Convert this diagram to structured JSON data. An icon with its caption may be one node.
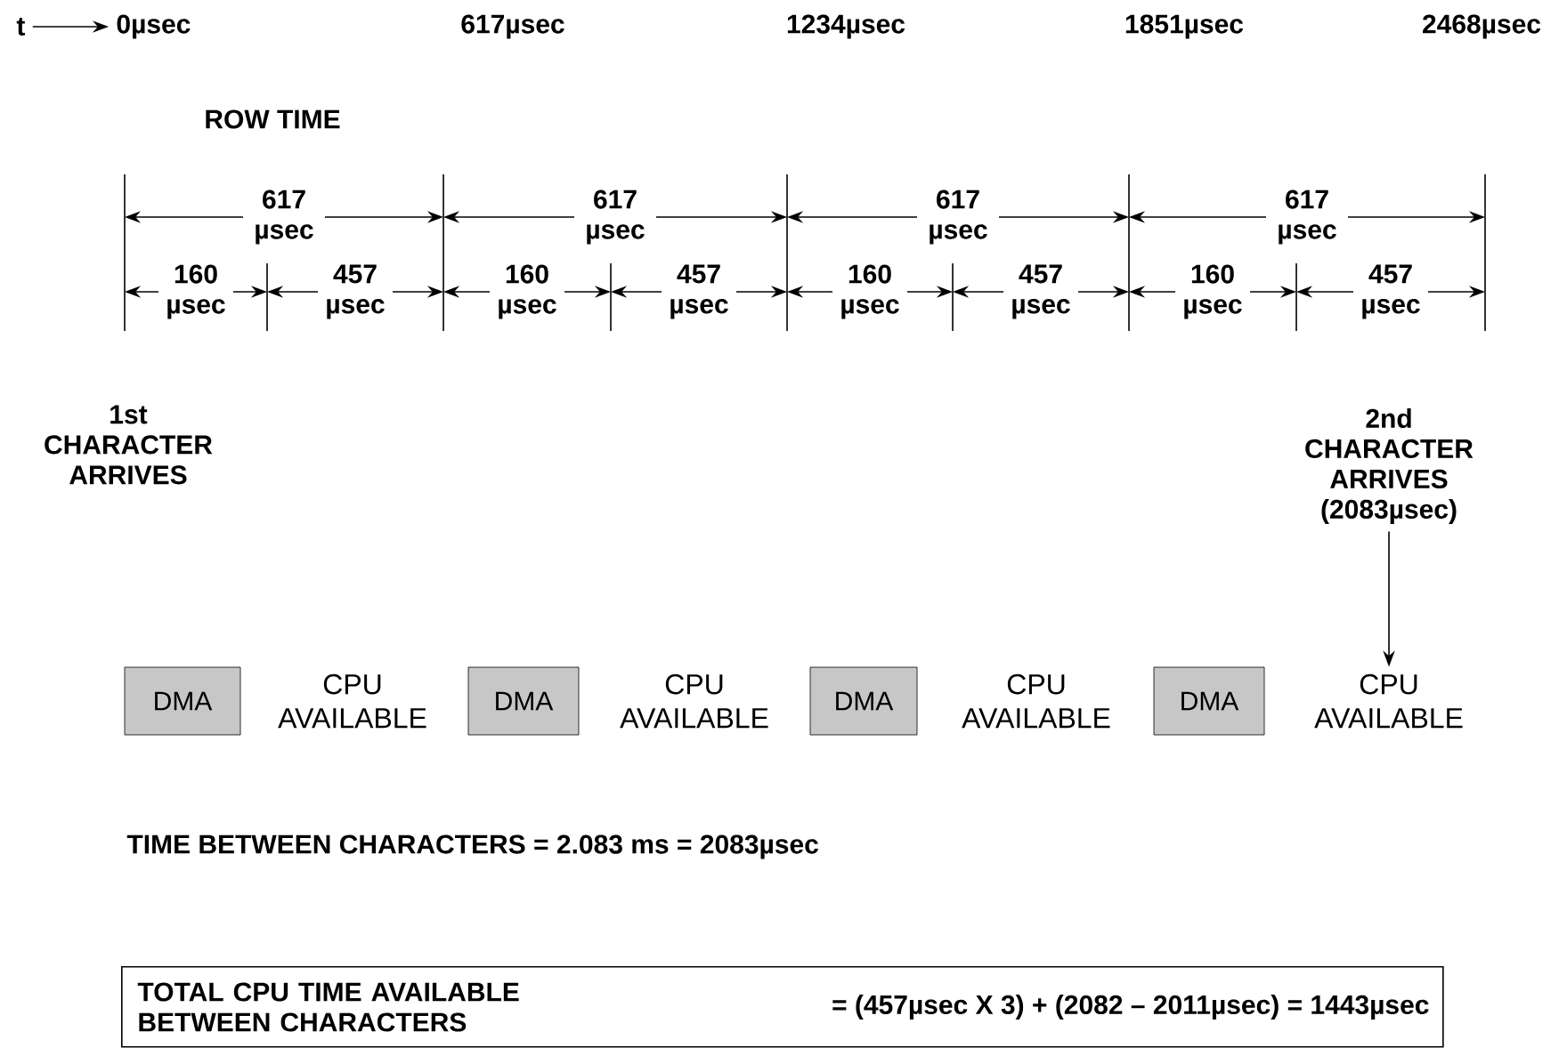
{
  "diagram": {
    "nodes": [
      {
        "text": [
          "t"
        ]
      },
      {
        "text": [
          "0µsec"
        ]
      },
      {
        "text": [
          "2nd CHARACTER ARRIVES (2083µsec)"
        ]
      },
      {
        "text": [
          "DMA"
        ]
      },
      {
        "text": [
          "DMA"
        ]
      },
      {
        "text": [
          "DMA"
        ]
      },
      {
        "text": [
          "DMA"
        ]
      },
      {
        "text": [
          "CPU AVAILABLE"
        ]
      },
      {
        "text": [
          "TOTAL CPU TIME AVAILABLE BETWEEN CHARACTERS",
          "= (457µsec X 3) + (2082 – 2011µsec) = 1443µsec"
        ]
      }
    ],
    "edges": [
      {
        "from": 0,
        "to": 1,
        "arrow": "to"
      },
      {
        "from": 2,
        "to": 7,
        "arrow": "to"
      }
    ],
    "labels": [
      "617µsec",
      "1234µsec",
      "1851µsec",
      "2468µsec",
      "ROW TIME",
      "617 µsec",
      "617 µsec",
      "617 µsec",
      "617 µsec",
      "160 µsec",
      "457 µsec",
      "160 µsec",
      "457 µsec",
      "160 µsec",
      "457 µsec",
      "160 µsec",
      "457 µsec",
      "1st CHARACTER ARRIVES",
      "CPU AVAILABLE",
      "CPU AVAILABLE",
      "CPU AVAILABLE",
      "TIME BETWEEN CHARACTERS = 2.083 ms = 2083µsec"
    ]
  }
}
